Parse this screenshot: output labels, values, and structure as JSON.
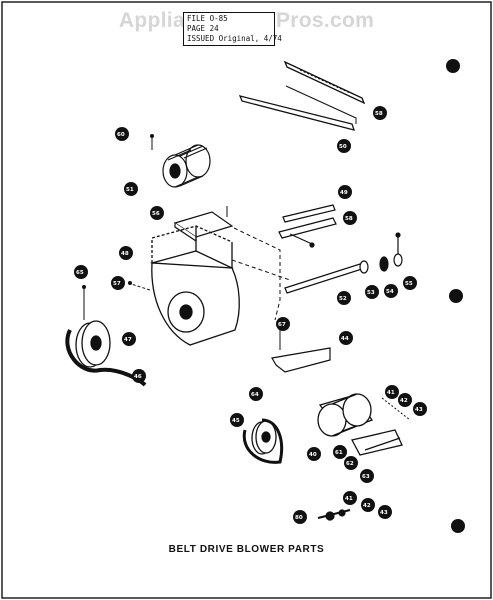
{
  "watermark": "AppliancePartsPros.com",
  "header_box": {
    "line1": "FILE    O-85",
    "line2": "PAGE    24",
    "line3": "ISSUED  Original, 4/74"
  },
  "footer_title": "BELT DRIVE BLOWER PARTS",
  "colors": {
    "ink": "#111111",
    "paper": "#ffffff",
    "watermark": "#d6d6d6"
  },
  "callouts": [
    "58",
    "50",
    "60",
    "51",
    "49",
    "56",
    "58",
    "48",
    "65",
    "57",
    "52",
    "53",
    "54",
    "55",
    "47",
    "46",
    "67",
    "44",
    "64",
    "45",
    "41",
    "42",
    "43",
    "40",
    "61",
    "62",
    "63",
    "80",
    "41",
    "42",
    "43"
  ]
}
